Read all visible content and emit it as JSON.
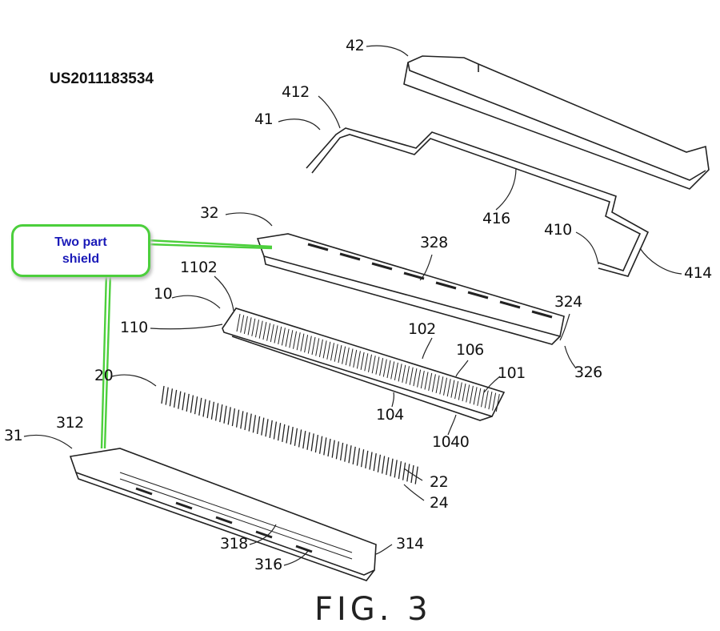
{
  "patent_number": "US2011183534",
  "figure_label": "FIG. 3",
  "callout": {
    "text_line1": "Two part",
    "text_line2": "shield",
    "border_color": "#4ccf3c",
    "text_color": "#1a1ab8"
  },
  "labels": {
    "l42": "42",
    "l412": "412",
    "l41": "41",
    "l32": "32",
    "l328": "328",
    "l416": "416",
    "l410": "410",
    "l414": "414",
    "l1102": "1102",
    "l10": "10",
    "l110": "110",
    "l324": "324",
    "l102": "102",
    "l106": "106",
    "l326": "326",
    "l101": "101",
    "l20": "20",
    "l104": "104",
    "l1040": "1040",
    "l31": "31",
    "l312": "312",
    "l22": "22",
    "l24": "24",
    "l318": "318",
    "l314": "314",
    "l316": "316"
  }
}
